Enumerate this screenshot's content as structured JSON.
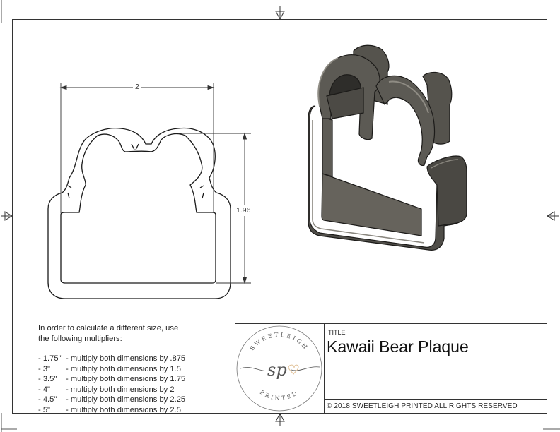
{
  "drawing": {
    "title_label": "TITLE",
    "title": "Kawaii Bear Plaque",
    "copyright": "© 2018  SWEETLEIGH PRINTED  ALL RIGHTS RESERVED",
    "logo": {
      "top_text": "SWEETLEIGH",
      "monogram": "sp",
      "bottom_text": "PRINTED",
      "accent_color": "#e8c9a0"
    },
    "dimensions": {
      "width": "2",
      "height": "1.96"
    },
    "notes": {
      "intro_line1": "In order to calculate a different size, use",
      "intro_line2": "the following multipliers:",
      "multipliers": [
        {
          "size": "- 1.75\"",
          "text": "- multiply both dimensions by .875"
        },
        {
          "size": "- 3\"",
          "text": "- multiply both dimensions by 1.5"
        },
        {
          "size": "- 3.5\"",
          "text": "- multiply both dimensions by 1.75"
        },
        {
          "size": "- 4\"",
          "text": "- multiply both dimensions by 2"
        },
        {
          "size": "- 4.5\"",
          "text": "- multiply both dimensions by 2.25"
        },
        {
          "size": "- 5\"",
          "text": "- multiply both dimensions by 2.5"
        }
      ]
    },
    "colors": {
      "line": "#222222",
      "render_body": "#5a5852",
      "render_dark": "#3c3a36",
      "render_light": "#8a877f"
    }
  }
}
